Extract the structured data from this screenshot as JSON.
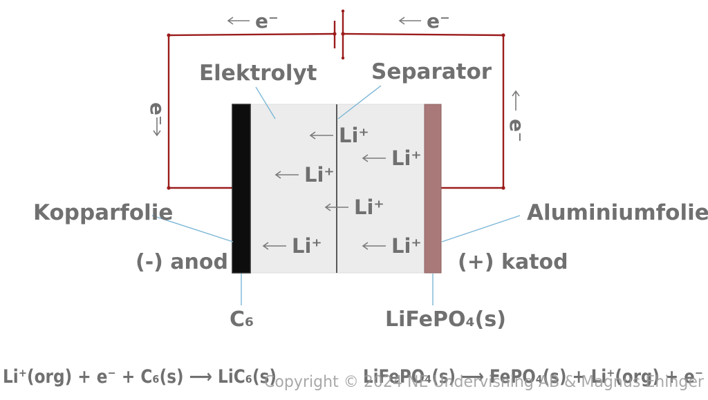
{
  "electron_label": "e⁻",
  "labels": {
    "electrolyte": "Elektrolyt",
    "separator": "Separator",
    "copper_foil": "Kopparfolie",
    "aluminium_foil": "Aluminiumfolie",
    "anode": "(-) anod",
    "cathode": "(+) katod",
    "anode_material": "C₆",
    "cathode_material": "LiFePO₄(s)"
  },
  "ion_label": "Li⁺",
  "reactions": {
    "anode": "Li⁺(org) + e⁻ + C₆(s) ⟶ LiC₆(s)",
    "cathode": "LiFePO₄(s) ⟶ FePO₄(s) + Li⁺(org) + e⁻"
  },
  "copyright": "Copyright © 2024 NE Undervisning AB & Magnus Ehinger",
  "colors": {
    "wire": "#9b1c1c",
    "anode_electrode": "#0d0d0d",
    "cathode_electrode": "#a97878",
    "electrolyte_fill": "#ececec",
    "label_text": "#707070",
    "leader_line": "#7ab6d6"
  }
}
